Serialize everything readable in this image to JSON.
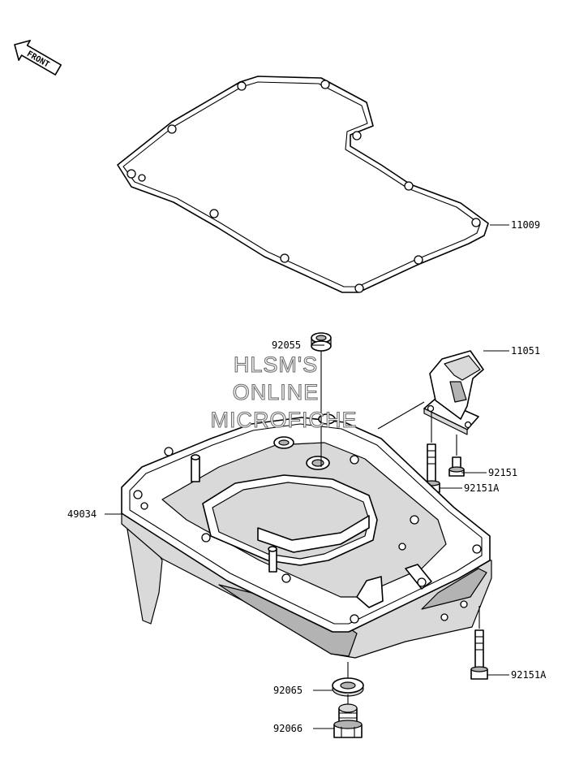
{
  "front_indicator": {
    "label": "FRONT"
  },
  "parts": [
    {
      "number": "11009"
    },
    {
      "number": "92055"
    },
    {
      "number": "11051"
    },
    {
      "number": "92151"
    },
    {
      "number": "92151A"
    },
    {
      "number": "49034"
    },
    {
      "number": "92151A"
    },
    {
      "number": "92065"
    },
    {
      "number": "92066"
    }
  ],
  "watermark": {
    "lines": [
      "HLSM'S",
      "ONLINE",
      "MICROFICHE"
    ]
  }
}
